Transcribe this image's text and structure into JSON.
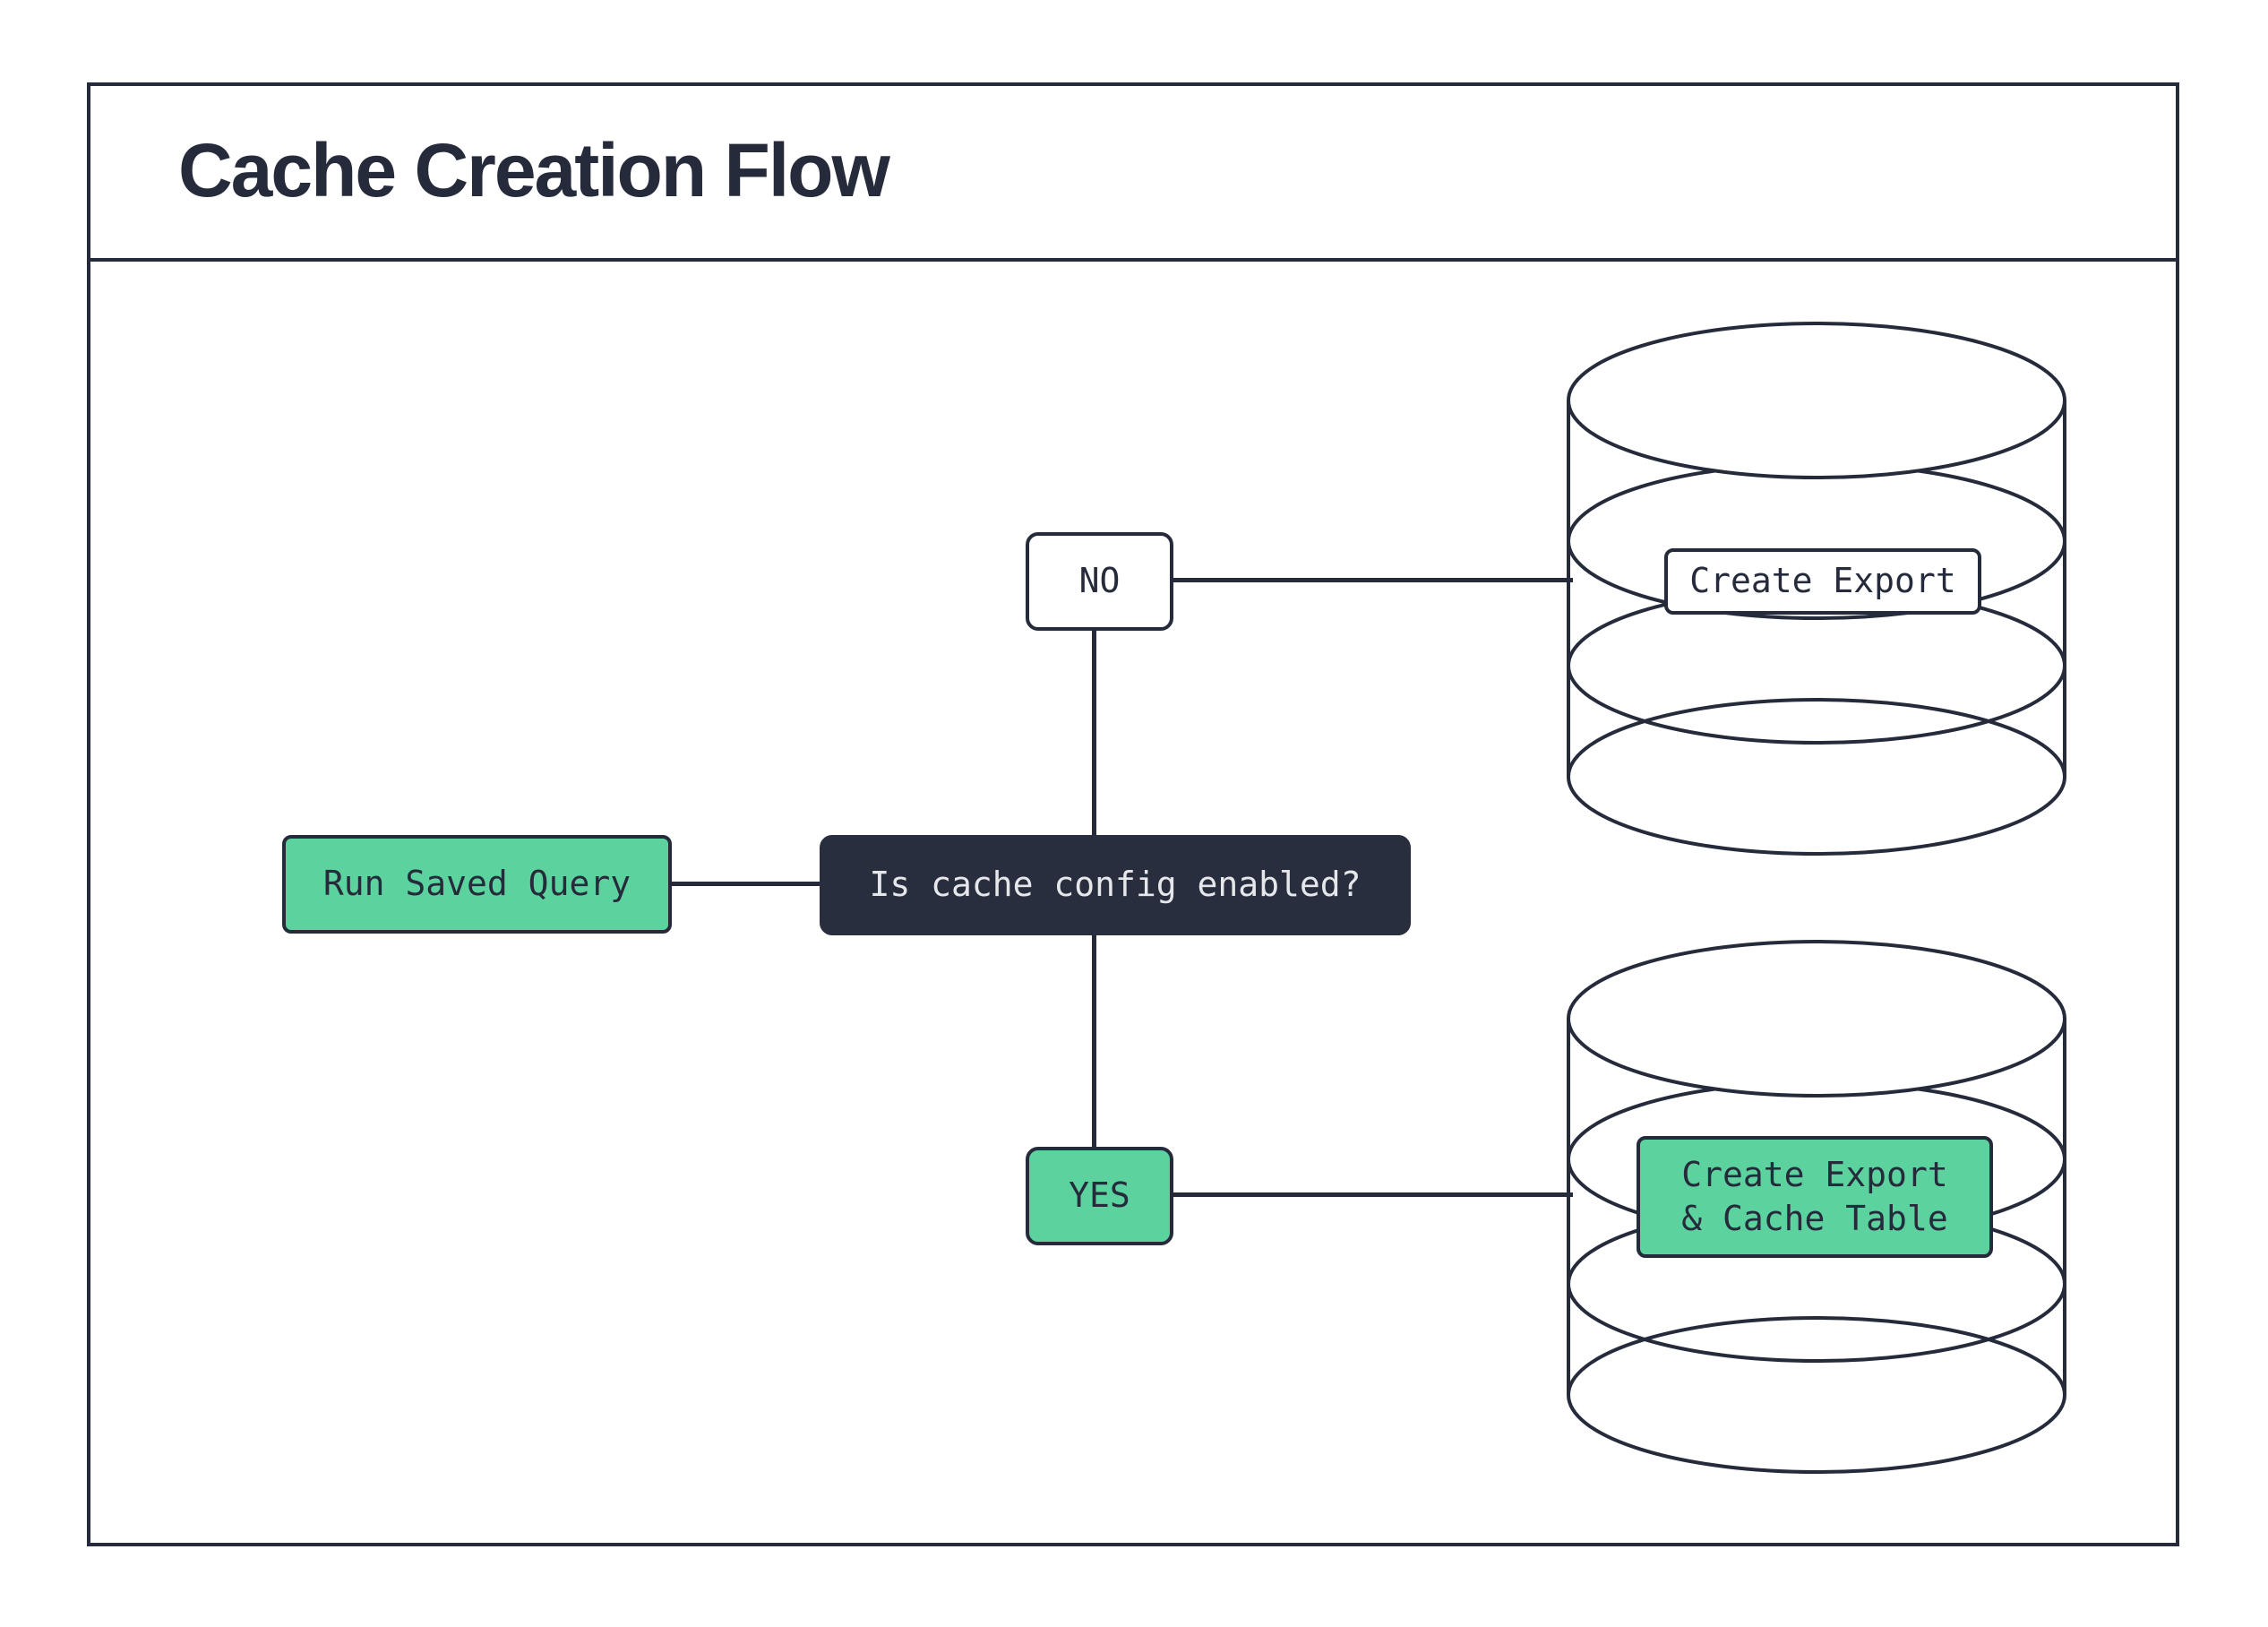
{
  "title": "Cache Creation Flow",
  "nodes": {
    "start": {
      "label": "Run Saved Query"
    },
    "decision": {
      "label": "Is cache config enabled?"
    },
    "no": {
      "label": "NO"
    },
    "yes": {
      "label": "YES"
    },
    "db_export": {
      "label": "Create Export"
    },
    "db_cache": {
      "line1": "Create Export",
      "line2": "& Cache Table"
    }
  },
  "icons": [
    {
      "name": "database-icon",
      "meaning": "database cylinder for export target"
    },
    {
      "name": "database-icon",
      "meaning": "database cylinder for export and cache table target"
    }
  ],
  "colors": {
    "navy": "#262b3c",
    "green": "#5cd39e",
    "decision_fill": "#292e3e",
    "decision_text": "#e6e7ea",
    "background": "#ffffff"
  }
}
